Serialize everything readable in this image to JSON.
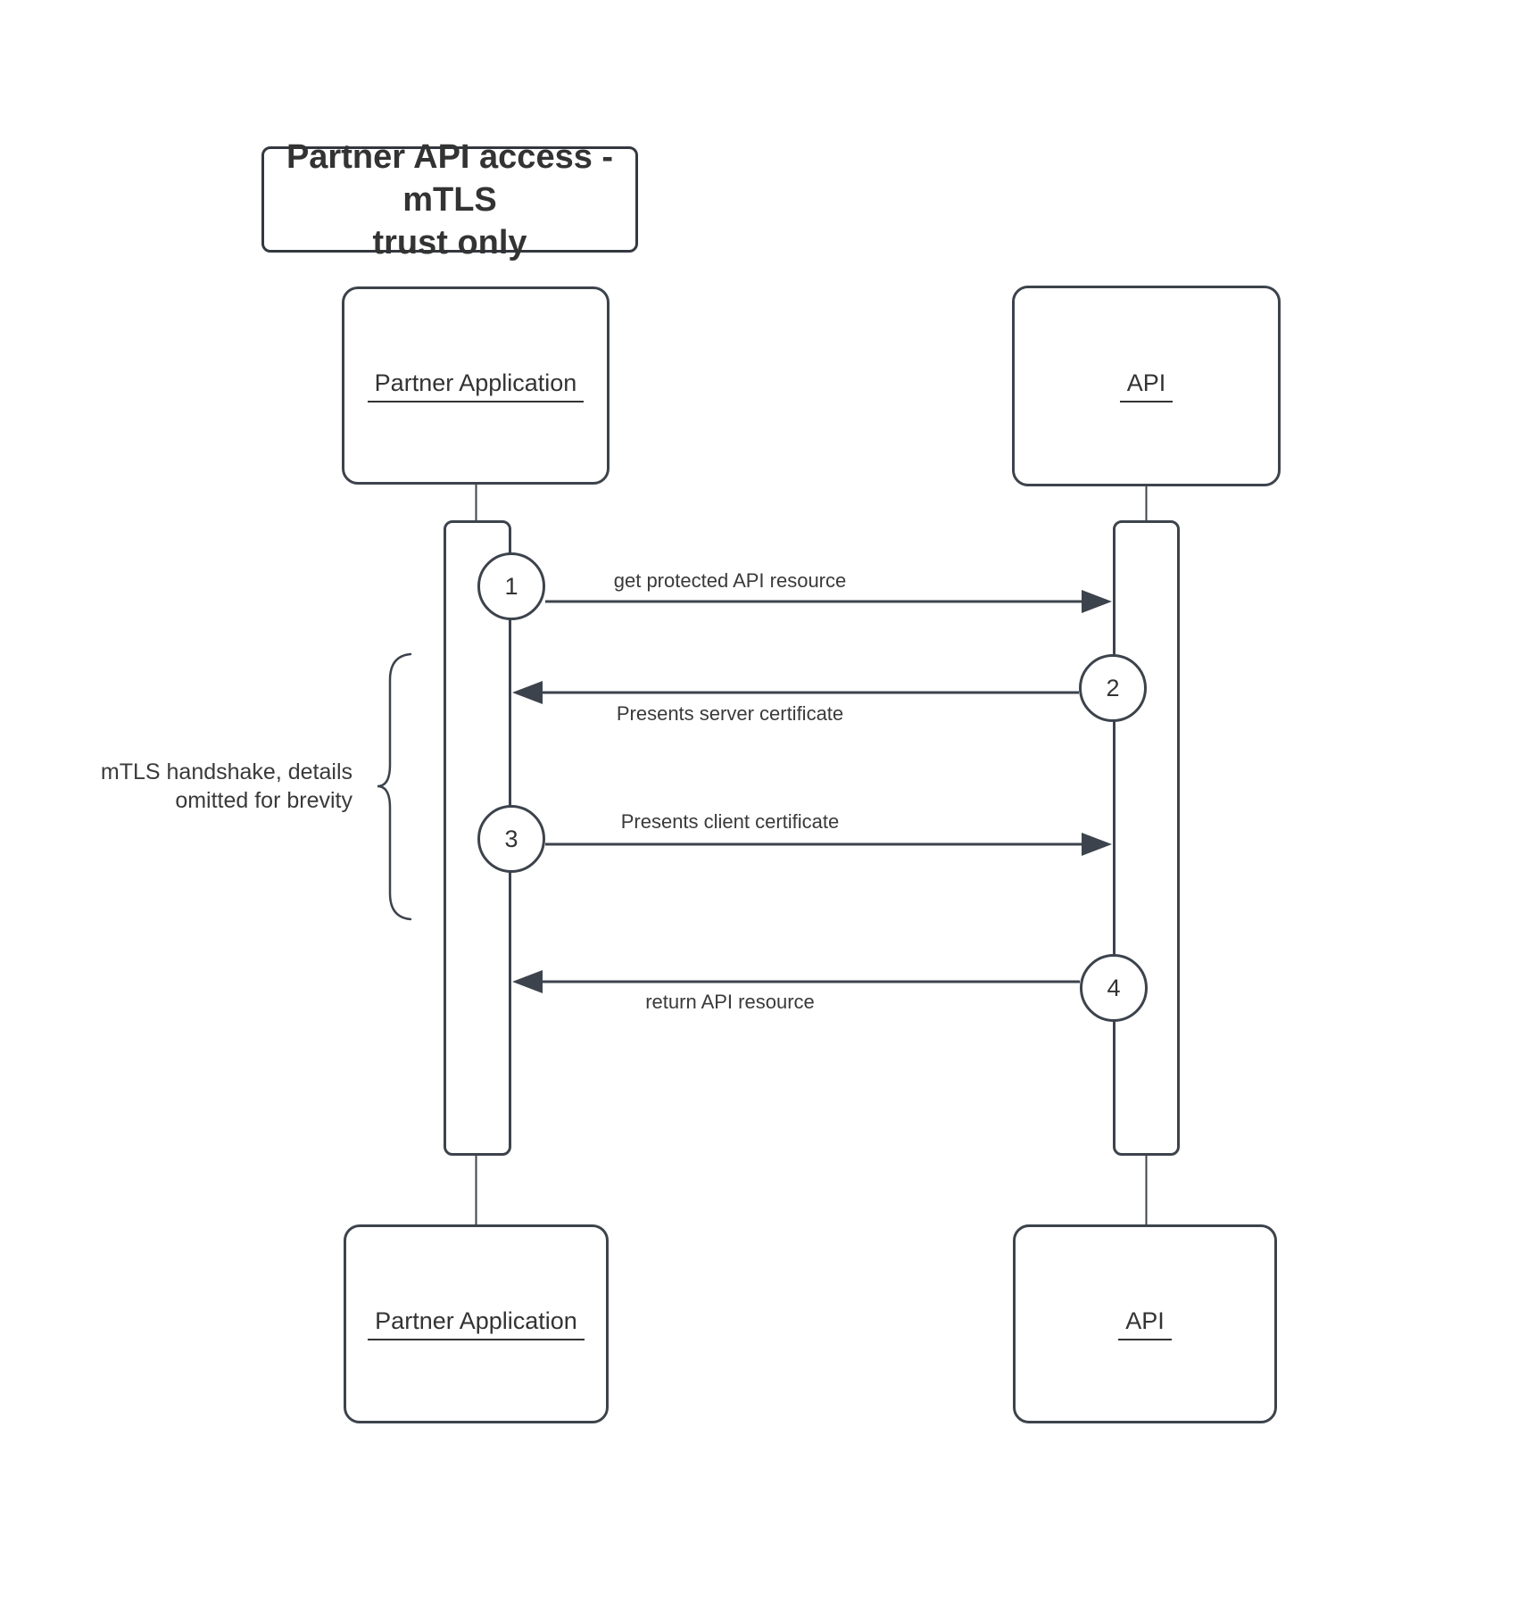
{
  "title": {
    "line1": "Partner API access - mTLS",
    "line2": "trust only"
  },
  "actors": {
    "partner_top": "Partner Application",
    "api_top": "API",
    "partner_bottom": "Partner Application",
    "api_bottom": "API"
  },
  "messages": [
    {
      "num": "1",
      "label": "get protected API resource",
      "from": "Partner Application",
      "to": "API",
      "direction": "right"
    },
    {
      "num": "2",
      "label": "Presents server certificate",
      "from": "API",
      "to": "Partner Application",
      "direction": "left"
    },
    {
      "num": "3",
      "label": "Presents client certificate",
      "from": "Partner Application",
      "to": "API",
      "direction": "right"
    },
    {
      "num": "4",
      "label": "return API resource",
      "from": "API",
      "to": "Partner Application",
      "direction": "left"
    }
  ],
  "annotation": {
    "line1": "mTLS handshake, details",
    "line2": "omitted for brevity"
  },
  "colors": {
    "line": "#3d434c",
    "text": "#333333",
    "background": "#ffffff"
  }
}
